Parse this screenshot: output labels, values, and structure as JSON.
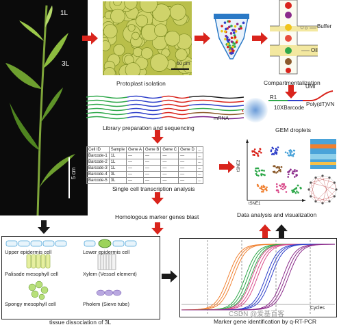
{
  "plant": {
    "leaf1_label": "1L",
    "leaf3_label": "3L",
    "scale_label": "5 cm"
  },
  "protoplast": {
    "scale_label": "60 μm",
    "caption": "Protoplast isolation"
  },
  "tube": {
    "buffer_label": "Buffer",
    "oil_label": "Oil",
    "caption": "Compartmentalization"
  },
  "bead": {
    "umi_label": "UMI",
    "r1_label": "R1",
    "barcode_label": "10XBarcode",
    "polydt_label": "Poly(dT)VN",
    "caption": "GEM droplets"
  },
  "library": {
    "mrna_label": "mRNA",
    "caption": "Library preparation and sequencing",
    "strand_colors": [
      "#1a1a1a",
      "#d9241c",
      "#2e3fc9",
      "#2ea84a",
      "#8b5a2b",
      "#7a1f8a"
    ]
  },
  "table": {
    "headers": [
      "Cell ID",
      "Sample",
      "Gene A",
      "Gene B",
      "Gene C",
      "Gene D",
      "..."
    ],
    "rows": [
      [
        "Barcode-1",
        "1L",
        "—",
        "—",
        "—",
        "—",
        "..."
      ],
      [
        "Barcode-2",
        "1L",
        "—",
        "—",
        "—",
        "—",
        "..."
      ],
      [
        "Barcode-3",
        "1L",
        "—",
        "—",
        "—",
        "—",
        "..."
      ],
      [
        "Barcode-4",
        "3L",
        "—",
        "—",
        "—",
        "—",
        "..."
      ],
      [
        "Barcode-5",
        "3L",
        "—",
        "—",
        "—",
        "—",
        "..."
      ]
    ],
    "caption": "Single cell transcription analysis"
  },
  "tsne": {
    "xlabel": "tSNE1",
    "ylabel": "tSNE2",
    "caption": "Data analysis and visualization"
  },
  "blast": {
    "caption": "Homologous marker genes blast"
  },
  "tissue": {
    "cells": [
      "Upper epidermis cell",
      "Lower epidermis cell",
      "Palisade mesophyll cell",
      "Xylem (Vessel element)",
      "Spongy mesophyll cell",
      "Pholem (Sieve tube)"
    ],
    "caption": "tissue dissociation of 3L"
  },
  "pcr": {
    "xlabel": "Cycles",
    "caption": "Marker gene identification by q-RT-PCR"
  },
  "watermark": "CSDN @爱基百客"
}
